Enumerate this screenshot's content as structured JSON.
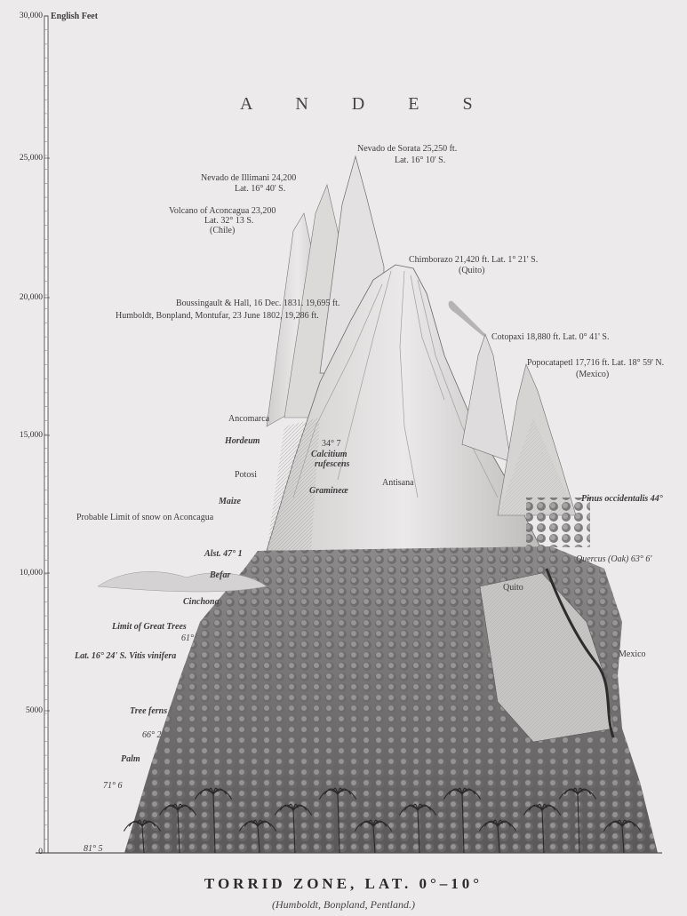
{
  "title": "A N D E S",
  "bottom_title": "TORRID ZONE, LAT. 0°–10°",
  "bottom_subtitle": "(Humboldt, Bonpland, Pentland.)",
  "scale": {
    "unit_label": "English Feet",
    "ticks": [
      {
        "value": "30,000"
      },
      {
        "value": "25,000"
      },
      {
        "value": "20,000"
      },
      {
        "value": "15,000"
      },
      {
        "value": "10,000"
      },
      {
        "value": "5000"
      },
      {
        "value": "0"
      }
    ]
  },
  "labels": {
    "sorata": "Nevado de Sorata 25,250 ft.",
    "sorata_lat": "Lat. 16° 10' S.",
    "illimani": "Nevado de Illimani 24,200",
    "illimani_lat": "Lat. 16° 40' S.",
    "aconcagua": "Volcano of Aconcagua 23,200",
    "aconcagua_lat": "Lat. 32° 13 S.",
    "aconcagua_country": "(Chile)",
    "chimborazo": "Chimborazo 21,420 ft. Lat. 1° 21' S.",
    "chimborazo_country": "(Quito)",
    "boussingault": "Boussingault & Hall, 16 Dec. 1831. 19,695 ft.",
    "humboldt": "Humboldt, Bonpland, Montufar, 23 June 1802, 19,286 ft.",
    "cotopaxi": "Cotopaxi 18,880 ft. Lat. 0° 41' S.",
    "popocatapetl": "Popocatapetl 17,716 ft. Lat. 18° 59' N.",
    "popocatapetl_country": "(Mexico)",
    "ancomarca": "Ancomarca",
    "hordeum": "Hordeum",
    "potosi": "Potosi",
    "maize": "Maize",
    "snow_limit": "Probable Limit of snow on Aconcagua",
    "lat_34_7": "34° 7",
    "calcitium": "Calcitium",
    "rufescens": "rufescens",
    "antisana": "Antisana",
    "graminea": "Gramineæ",
    "pinus": "Pinus occidentalis 44°",
    "alst": "Alst. 47° 1",
    "befar": "Befar",
    "quercus": "Quercus (Oak) 63° 6'",
    "cinchona": "Cinchona",
    "quito": "Quito",
    "great_trees": "Limit of Great Trees",
    "great_trees_val": "61°",
    "vitis": "Lat. 16° 24' S. Vitis vinifera",
    "mexico": "Mexico",
    "tree_ferns": "Tree ferns",
    "lat_66": "66° 2",
    "palm": "Palm",
    "lat_71": "71° 6",
    "lat_81": "81° 5"
  },
  "colors": {
    "paper": "#eceaea",
    "ink": "#3a3a3a",
    "mountain_light": "#e6e4e4",
    "mountain_shade": "#b9b6b6",
    "forest": "#7a7878",
    "forest_dark": "#4a4848"
  }
}
